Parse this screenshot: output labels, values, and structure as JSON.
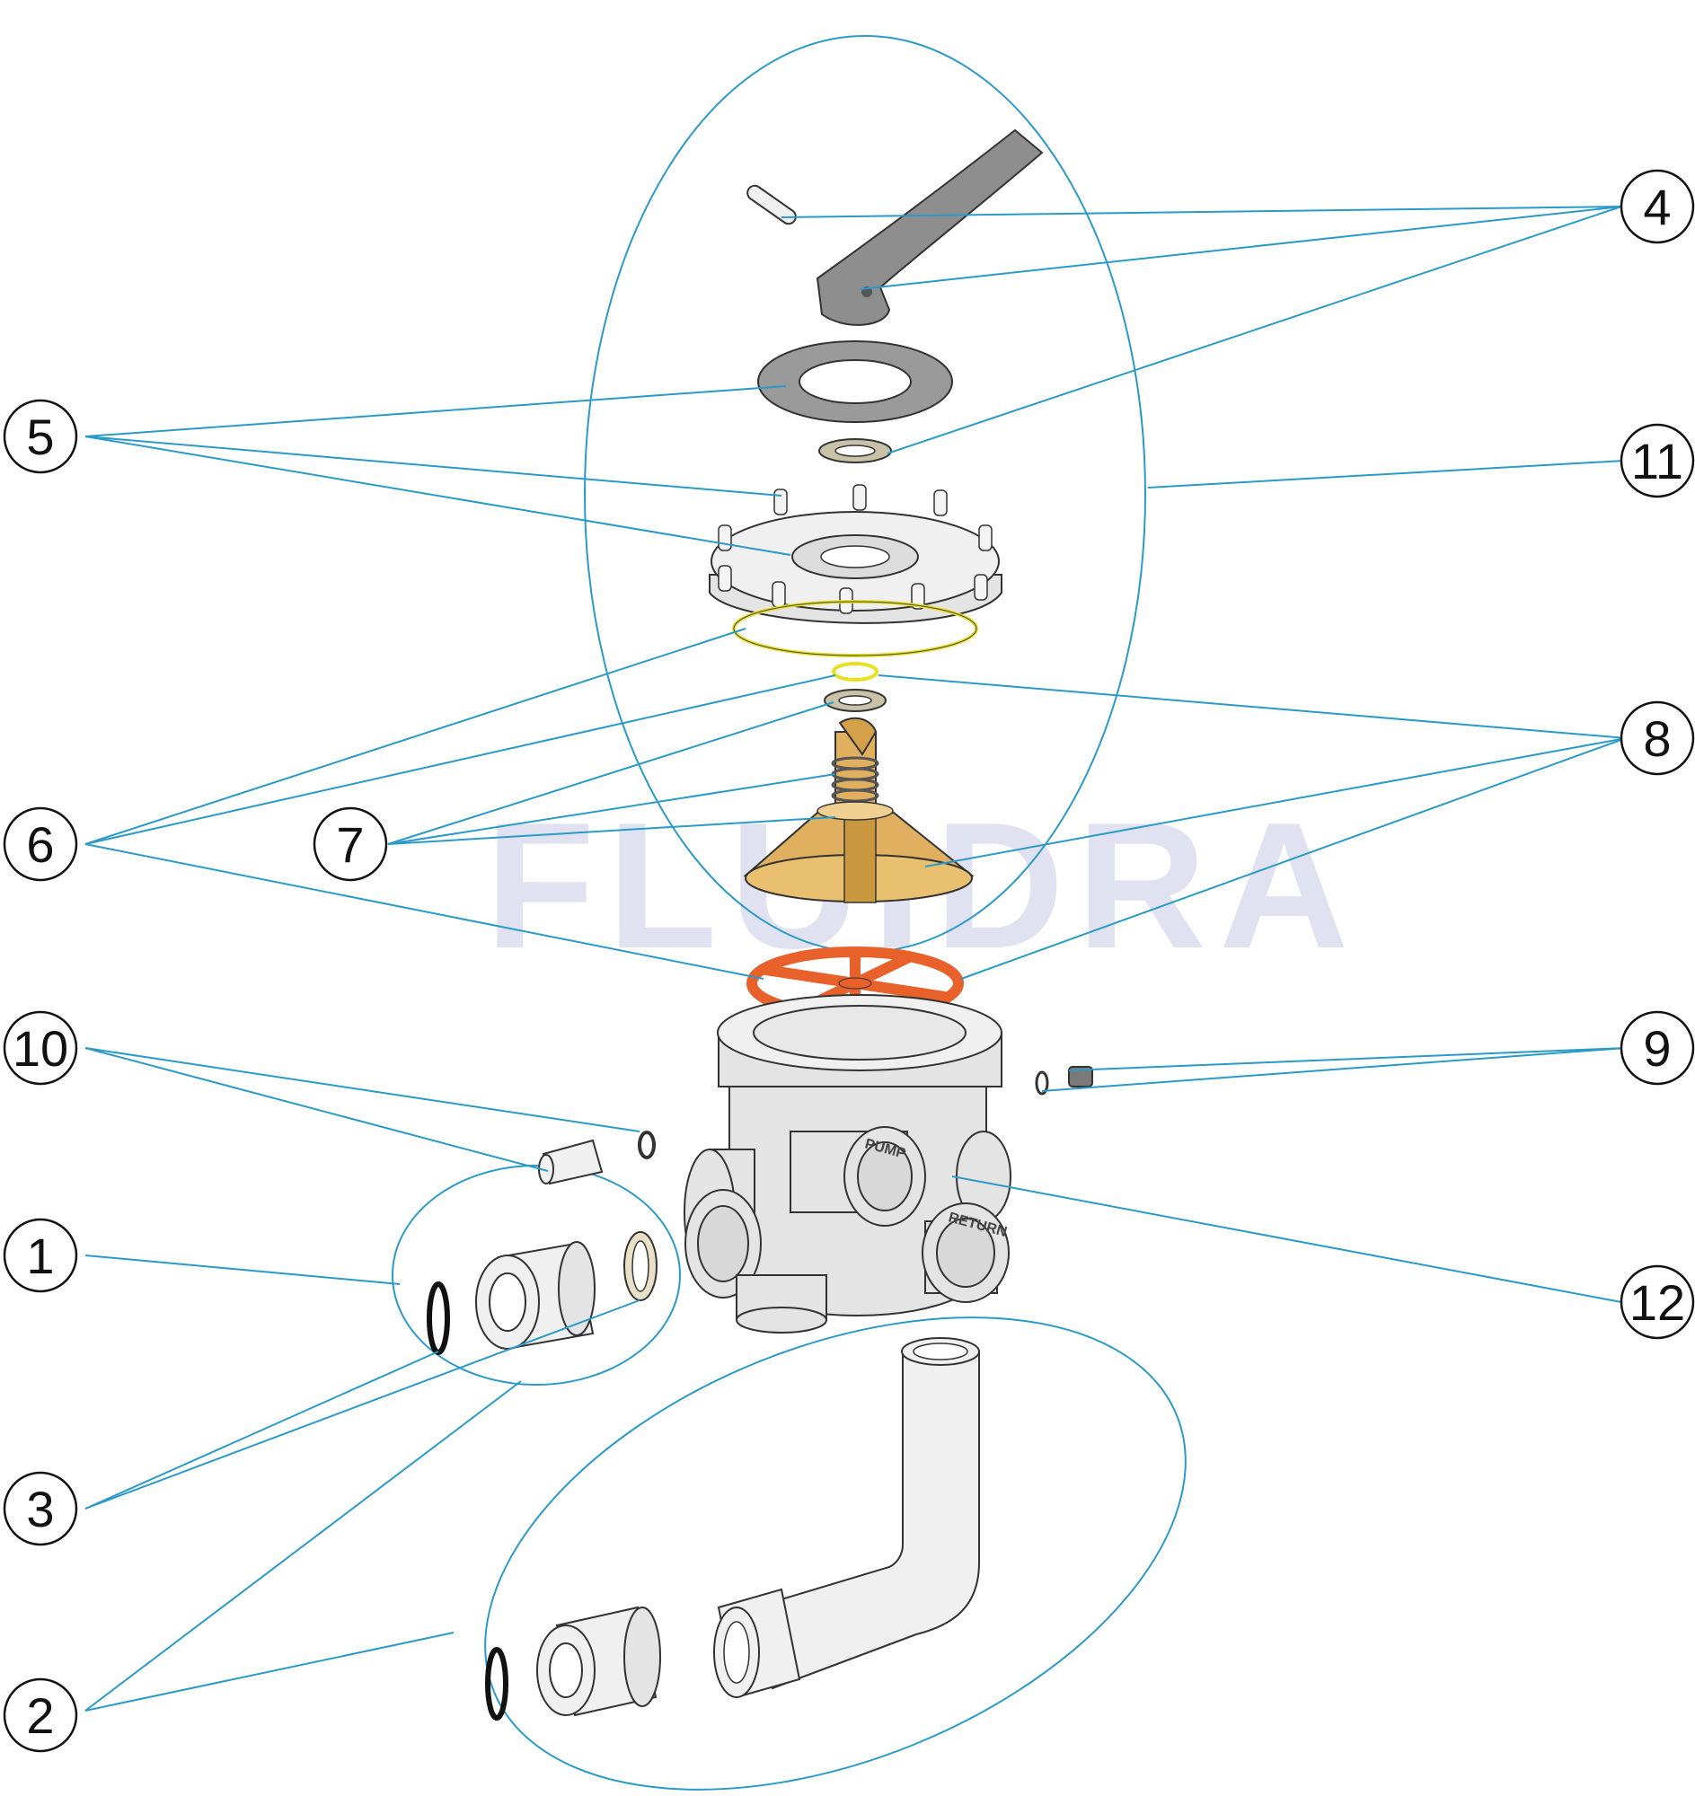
{
  "watermark": "FLUIDRA",
  "callouts": [
    {
      "id": "1",
      "label": "1"
    },
    {
      "id": "2",
      "label": "2"
    },
    {
      "id": "3",
      "label": "3"
    },
    {
      "id": "4",
      "label": "4"
    },
    {
      "id": "5",
      "label": "5"
    },
    {
      "id": "6",
      "label": "6"
    },
    {
      "id": "7",
      "label": "7"
    },
    {
      "id": "8",
      "label": "8"
    },
    {
      "id": "9",
      "label": "9"
    },
    {
      "id": "10",
      "label": "10"
    },
    {
      "id": "11",
      "label": "11"
    },
    {
      "id": "12",
      "label": "12"
    }
  ],
  "port_labels": {
    "pump": "PUMP",
    "return": "RETURN"
  },
  "colors": {
    "leader": "#2a9ac8",
    "gasket_orange": "#e8602a",
    "diffuser_tan": "#e0b060",
    "oring_yellow": "#e8e020",
    "handle_grey": "#8e8e8e"
  }
}
